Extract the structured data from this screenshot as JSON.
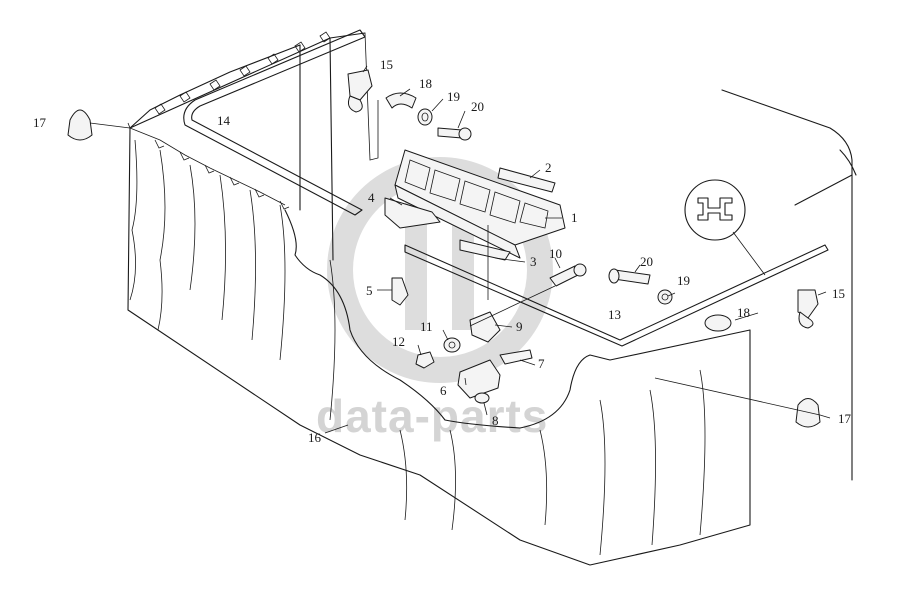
{
  "watermark": {
    "text": "data-parts",
    "color": "#cccccc"
  },
  "callouts": {
    "c1": "1",
    "c2": "2",
    "c3": "3",
    "c4": "4",
    "c5": "5",
    "c6": "6",
    "c7": "7",
    "c8": "8",
    "c9": "9",
    "c10": "10",
    "c11": "11",
    "c12": "12",
    "c13": "13",
    "c14": "14",
    "c15a": "15",
    "c15b": "15",
    "c16": "16",
    "c17a": "17",
    "c17b": "17",
    "c18a": "18",
    "c18b": "18",
    "c19a": "19",
    "c19b": "19",
    "c20a": "20",
    "c20b": "20"
  }
}
